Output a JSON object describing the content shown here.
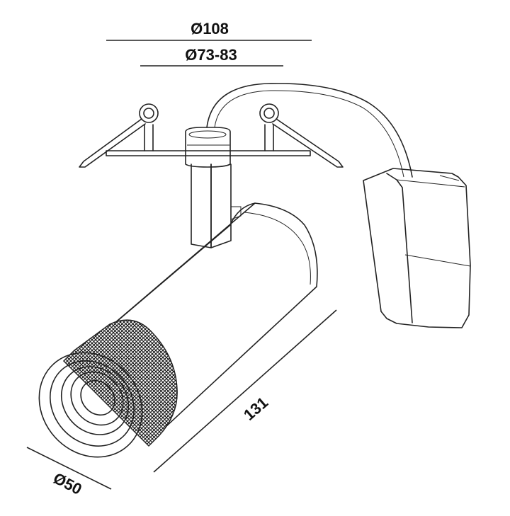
{
  "dimensions": {
    "overall_diameter": "Ø108",
    "cutout_diameter": "Ø73-83",
    "body_length": "131",
    "head_diameter": "Ø50"
  }
}
